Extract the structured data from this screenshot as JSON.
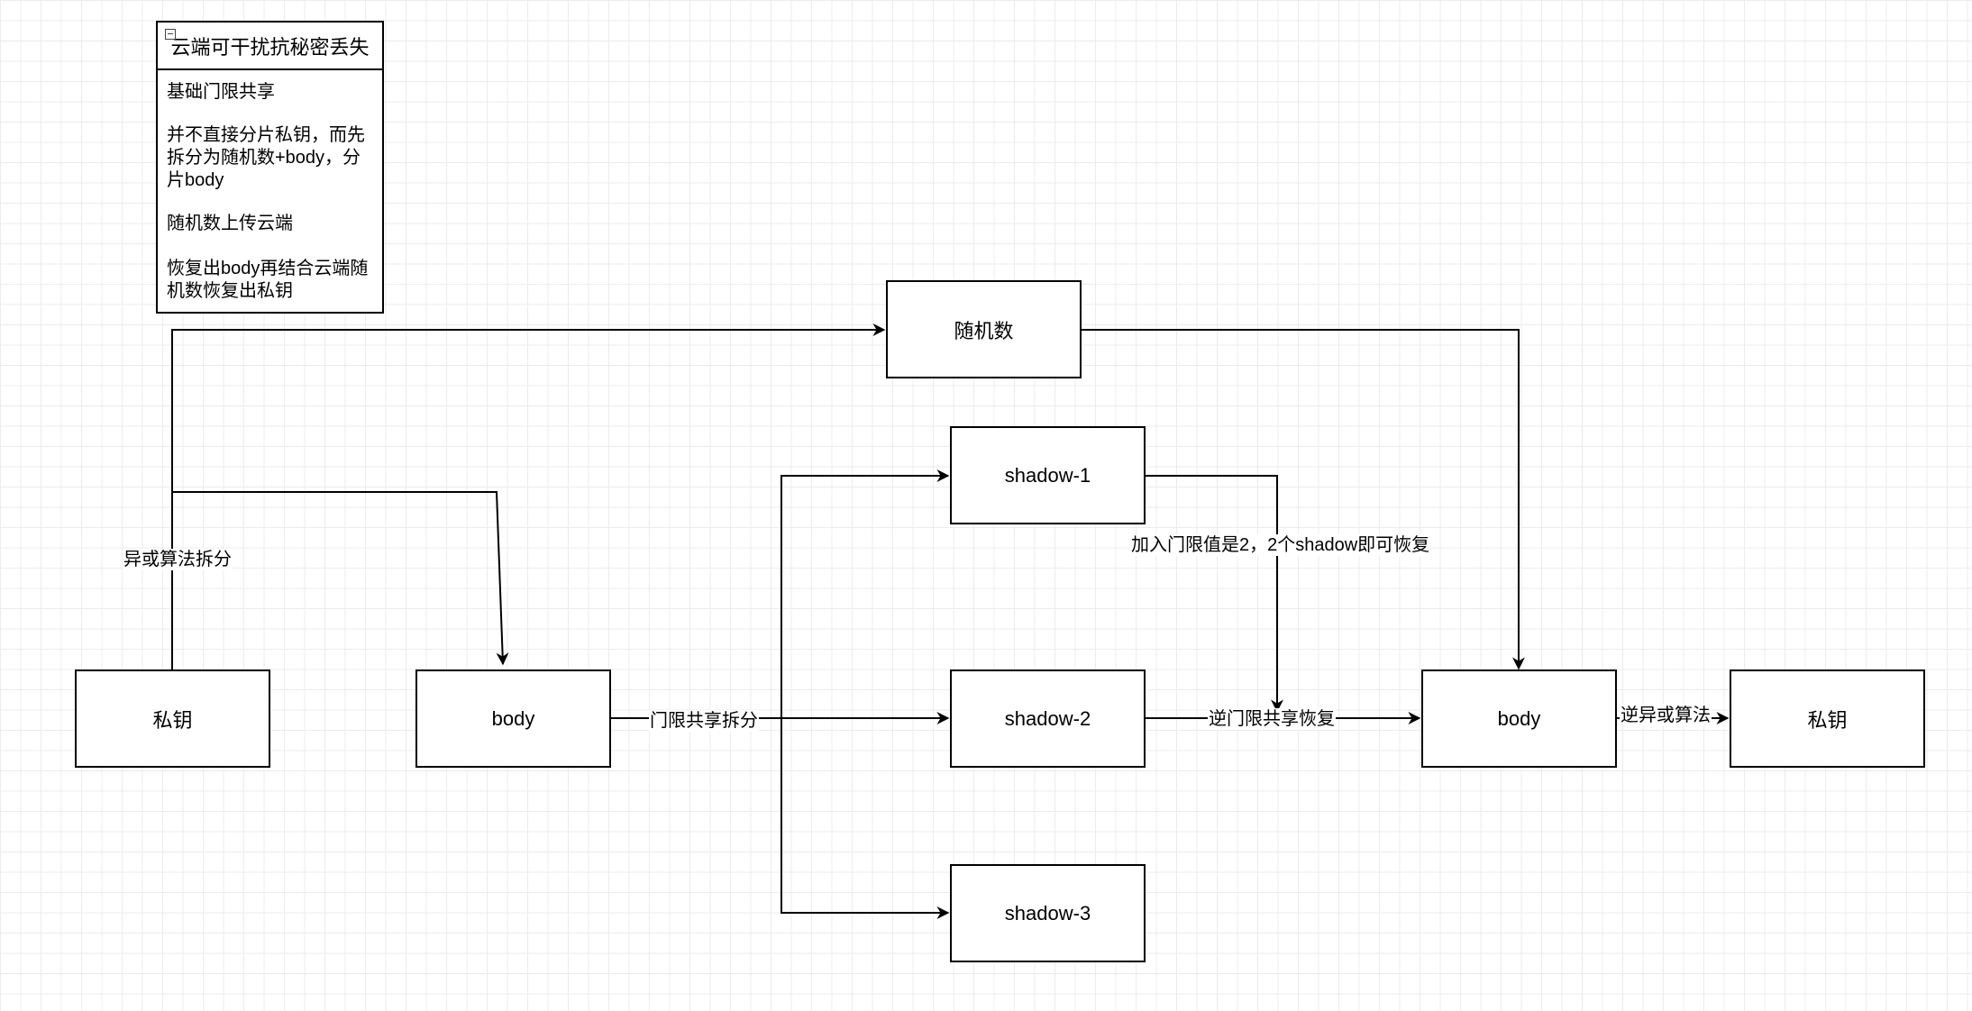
{
  "note": {
    "title": "云端可干扰抗秘密丢失",
    "items": [
      "基础门限共享",
      "并不直接分片私钥，而先拆分为随机数+body，分片body",
      "随机数上传云端",
      "恢复出body再结合云端随机数恢复出私钥"
    ]
  },
  "nodes": {
    "private_key_left": "私钥",
    "random": "随机数",
    "body_left": "body",
    "shadow_1": "shadow-1",
    "shadow_2": "shadow-2",
    "shadow_3": "shadow-3",
    "body_right": "body",
    "private_key_right": "私钥"
  },
  "edge_labels": {
    "xor_split": "异或算法拆分",
    "threshold_split": "门限共享拆分",
    "threshold_note": "加入门限值是2，2个shadow即可恢复",
    "inverse_threshold": "逆门限共享恢复",
    "inverse_xor": "逆异或算法"
  }
}
